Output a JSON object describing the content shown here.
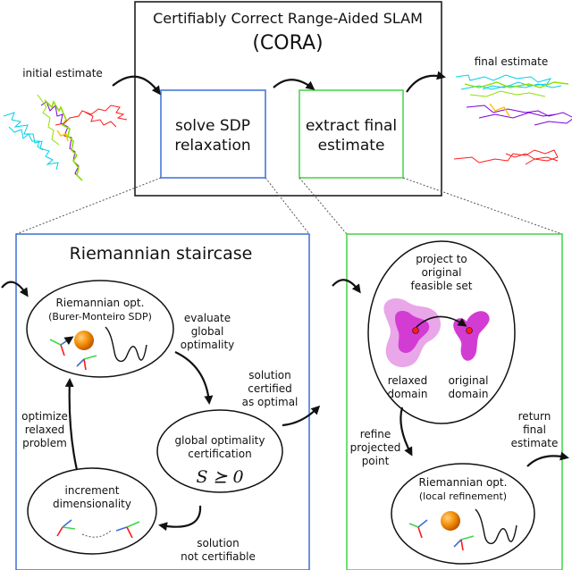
{
  "title": {
    "line1": "Certifiably Correct Range-Aided SLAM",
    "line2": "(CORA)"
  },
  "top": {
    "initial_label": "initial estimate",
    "final_label": "final estimate",
    "sdp_box": {
      "line1": "solve SDP",
      "line2": "relaxation"
    },
    "extract_box": {
      "line1": "extract final",
      "line2": "estimate"
    }
  },
  "staircase": {
    "title": "Riemannian staircase",
    "riem_opt": {
      "line1": "Riemannian opt.",
      "line2": "(Burer-Monteiro SDP)"
    },
    "evaluate": {
      "line1": "evaluate",
      "line2": "global",
      "line3": "optimality"
    },
    "certified": {
      "line1": "solution",
      "line2": "certified",
      "line3": "as optimal"
    },
    "certification": {
      "line1": "global optimality",
      "line2": "certification",
      "formula": "S ⪰ 0"
    },
    "optimize": {
      "line1": "optimize",
      "line2": "relaxed",
      "line3": "problem"
    },
    "increment": {
      "line1": "increment",
      "line2": "dimensionality"
    },
    "not_certifiable": {
      "line1": "solution",
      "line2": "not certifiable"
    }
  },
  "refine": {
    "project": {
      "line1": "project to",
      "line2": "original",
      "line3": "feasible set"
    },
    "relaxed_domain": {
      "line1": "relaxed",
      "line2": "domain"
    },
    "original_domain": {
      "line1": "original",
      "line2": "domain"
    },
    "refine_point": {
      "line1": "refine",
      "line2": "projected",
      "line3": "point"
    },
    "return_final": {
      "line1": "return",
      "line2": "final",
      "line3": "estimate"
    },
    "riem_local": {
      "line1": "Riemannian opt.",
      "line2": "(local refinement)"
    }
  },
  "colors": {
    "blue": "#3b6fd6",
    "green": "#41d447",
    "orange": "#f28c00",
    "magenta": "#d33cd3",
    "traj": [
      "#00d0e6",
      "#8fe000",
      "#7a00d9",
      "#ff1a1a",
      "#ffbf00"
    ]
  }
}
